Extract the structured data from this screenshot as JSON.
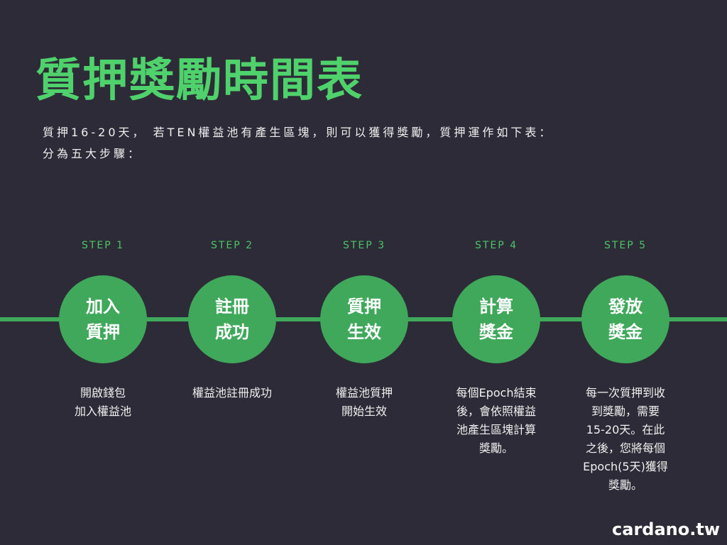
{
  "title": "質押獎勵時間表",
  "intro": [
    "質押16-20天， 若TEN權益池有產生區塊，則可以獲得獎勵，質押運作如下表：",
    "分為五大步驟："
  ],
  "steps": [
    {
      "label": "STEP 1",
      "circle": [
        "加入",
        "質押"
      ],
      "desc": [
        "開啟錢包",
        "加入權益池"
      ]
    },
    {
      "label": "STEP 2",
      "circle": [
        "註冊",
        "成功"
      ],
      "desc": [
        "權益池註冊成功"
      ]
    },
    {
      "label": "STEP 3",
      "circle": [
        "質押",
        "生效"
      ],
      "desc": [
        "權益池質押",
        "開始生效"
      ]
    },
    {
      "label": "STEP 4",
      "circle": [
        "計算",
        "獎金"
      ],
      "desc": [
        "每個Epoch結束",
        "後，會依照權益",
        "池產生區塊計算",
        "獎勵。"
      ]
    },
    {
      "label": "STEP 5",
      "circle": [
        "發放",
        "獎金"
      ],
      "desc": [
        "每一次質押到收",
        "到獎勵，需要",
        "15-20天。在此",
        "之後，您將每個",
        "Epoch(5天)獲得",
        "獎勵。"
      ]
    }
  ],
  "brand": "cardano.tw",
  "colors": {
    "background": "#2c2b37",
    "accent": "#4fd16b",
    "circle": "#3fa85a"
  }
}
